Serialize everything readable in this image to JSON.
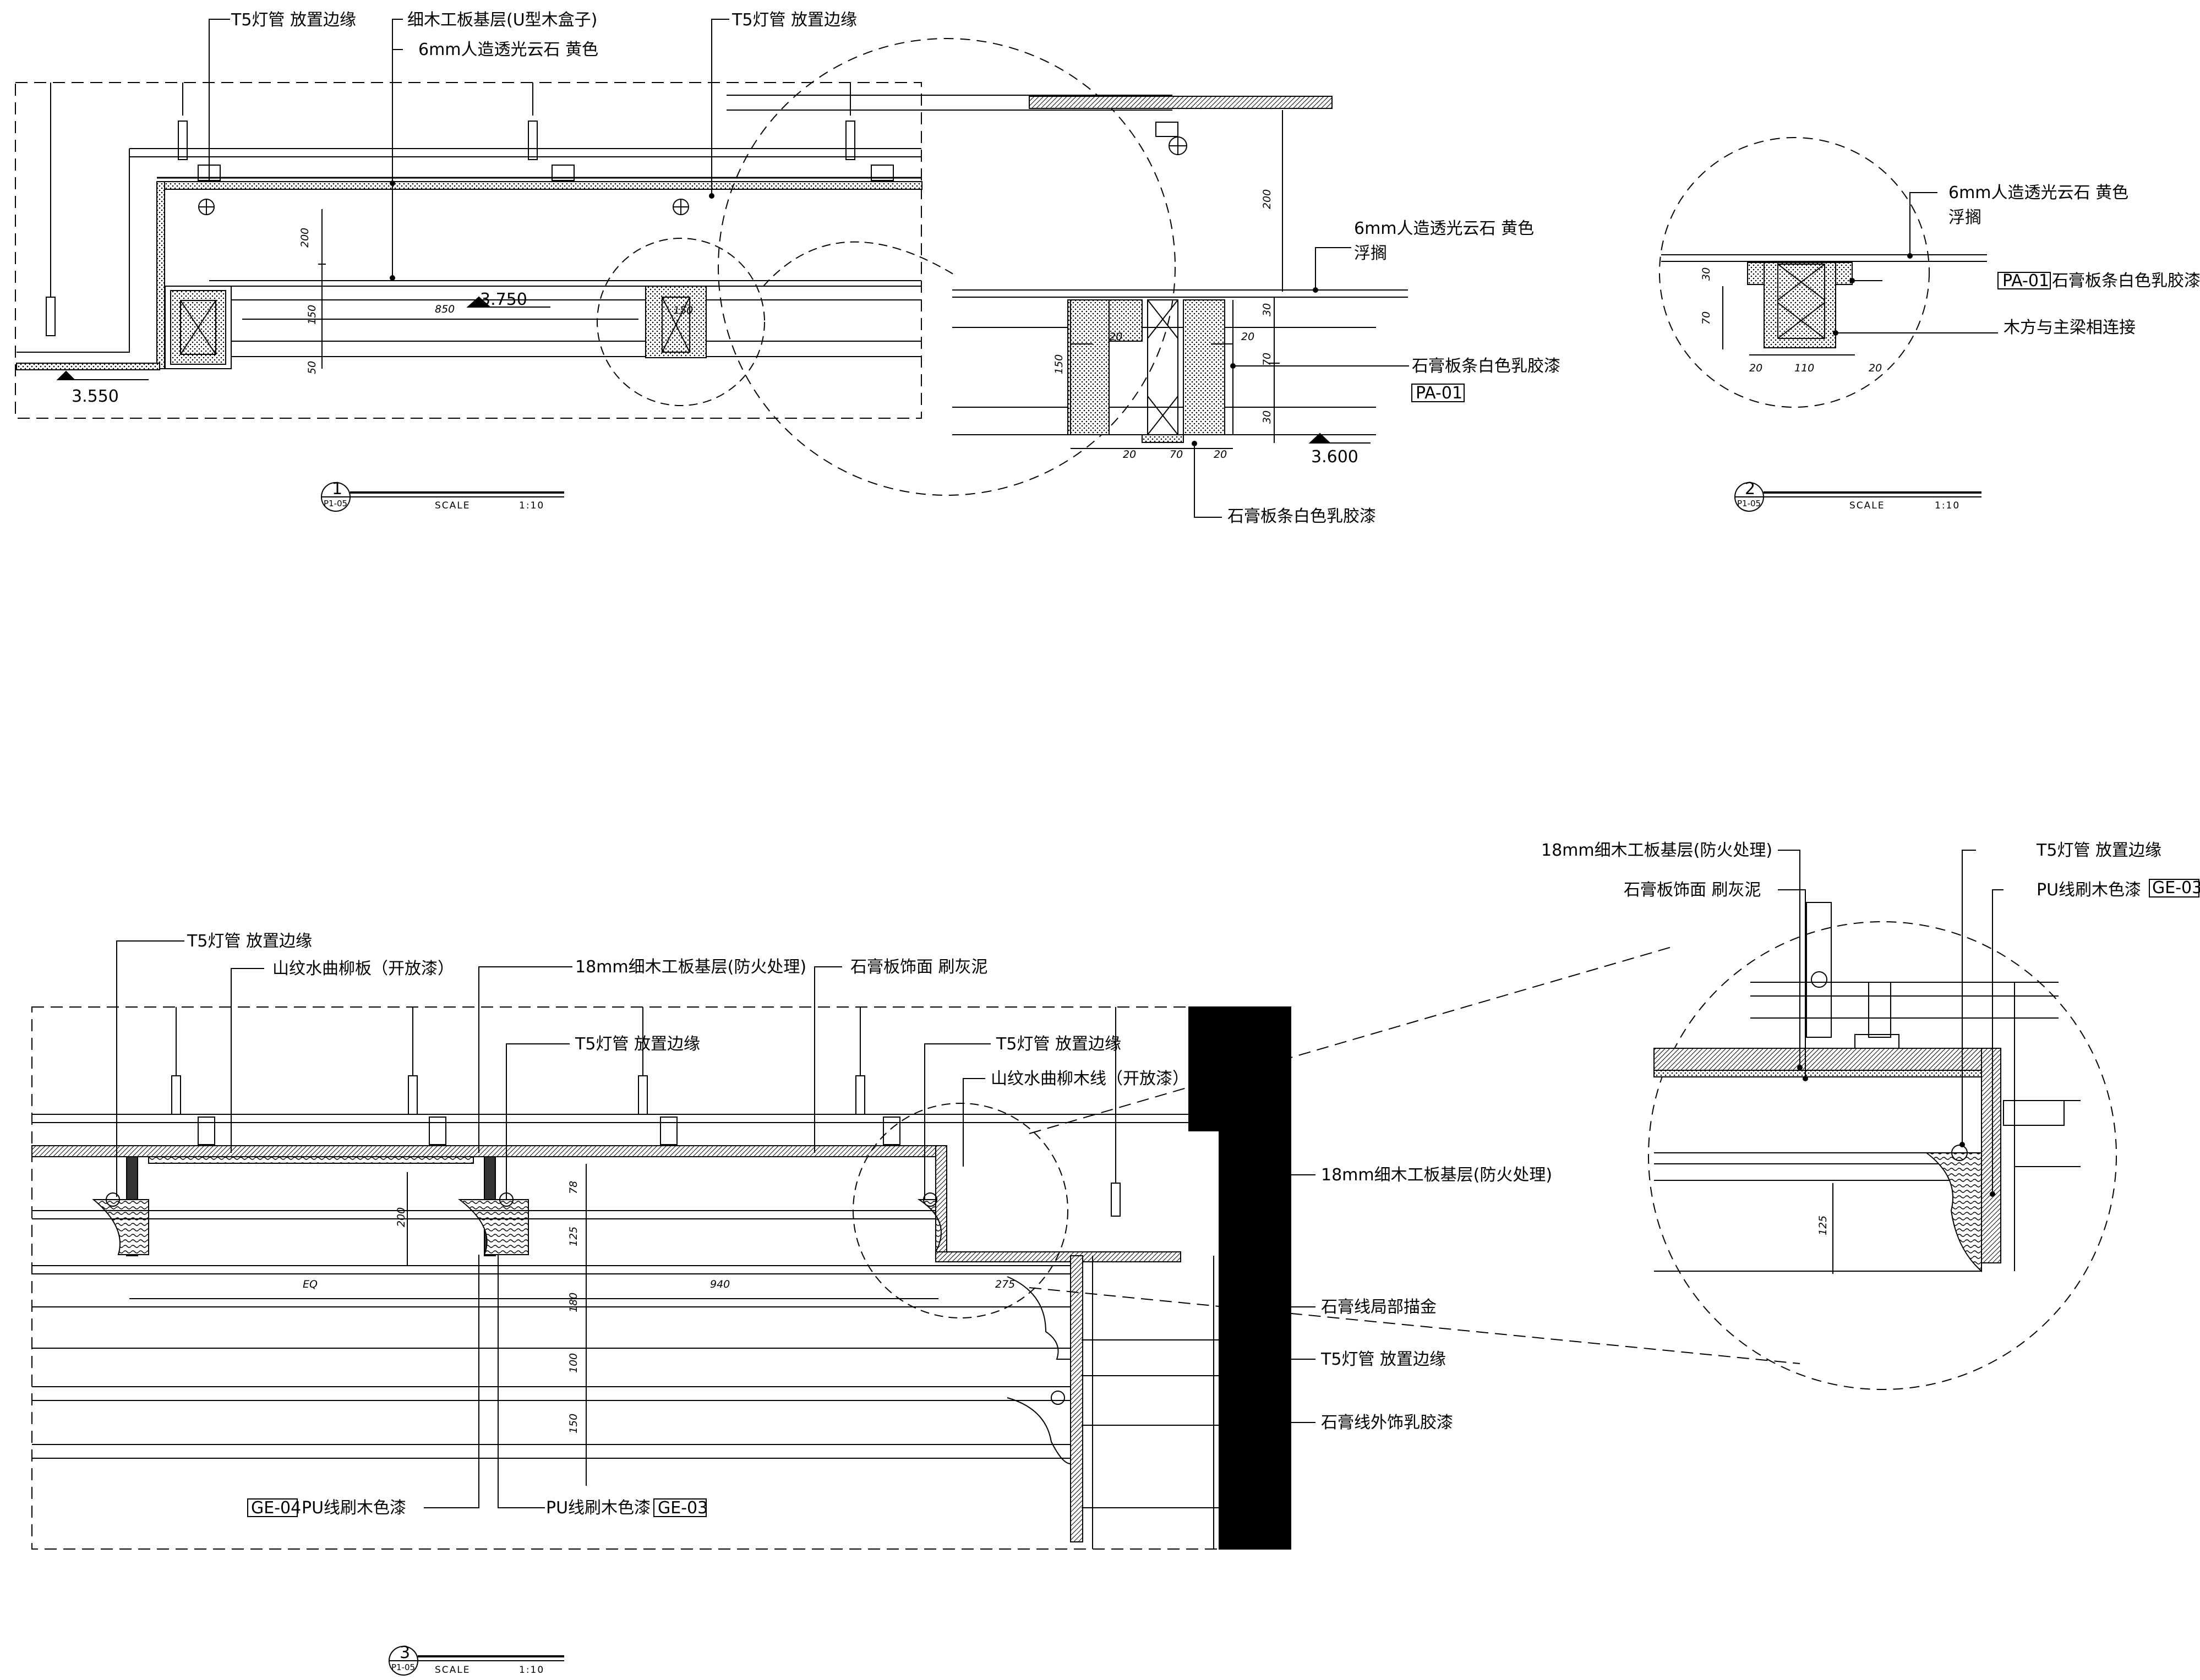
{
  "detail1": {
    "labels": {
      "t5_left": "T5灯管 放置边缘",
      "board": "细木工板基层(U型木盒子)",
      "stone": "6mm人造透光云石 黄色",
      "t5_right": "T5灯管 放置边缘"
    },
    "elev_left": "3.550",
    "elev_mid": "3.750",
    "dims": {
      "h200": "200",
      "h150": "150",
      "h50": "50",
      "w850": "850",
      "c150": "150"
    },
    "tag": {
      "num": "1",
      "sheet": "P1-05"
    },
    "scale_label": "SCALE",
    "scale_value": "1:10"
  },
  "detail1_zoom": {
    "labels": {
      "stone": "6mm人造透光云石 黄色",
      "stone_sub": "浮搁",
      "gypsum": "石膏板条白色乳胶漆",
      "gypsum_code": "PA-01",
      "gypsum_bottom": "石膏板条白色乳胶漆"
    },
    "elev": "3.600",
    "dims": {
      "d200": "200",
      "d30a": "30",
      "d70": "70",
      "d30b": "30",
      "d20": "20",
      "d150": "150",
      "d20b": "20",
      "d20c": "20",
      "d70b": "70",
      "d20d": "20"
    }
  },
  "detail2": {
    "labels": {
      "stone": "6mm人造透光云石 黄色",
      "stone_sub": "浮搁",
      "gypsum_code": "PA-01",
      "gypsum": "石膏板条白色乳胶漆",
      "wood": "木方与主梁相连接"
    },
    "dims": {
      "d30": "30",
      "d70": "70",
      "d20a": "20",
      "d110": "110",
      "d20b": "20"
    },
    "tag": {
      "num": "2",
      "sheet": "P1-05"
    },
    "scale_label": "SCALE",
    "scale_value": "1:10"
  },
  "detail3": {
    "labels": {
      "t5_a": "T5灯管 放置边缘",
      "veneer": "山纹水曲柳板（开放漆）",
      "board18": "18mm细木工板基层(防火处理)",
      "gypsum_face": "石膏板饰面 刷灰泥",
      "t5_b": "T5灯管 放置边缘",
      "t5_c": "T5灯管 放置边缘",
      "veneer_line": "山纹水曲柳木线（开放漆）",
      "board18_b": "18mm细木工板基层(防火处理)",
      "gypsum_gold": "石膏线局部描金",
      "t5_d": "T5灯管 放置边缘",
      "gypsum_latex": "石膏线外饰乳胶漆",
      "pu_left": "PU线刷木色漆",
      "pu_left_code": "GE-04",
      "pu_right": "PU线刷木色漆",
      "pu_right_code": "GE-03"
    },
    "dims": {
      "d78": "78",
      "d200": "200",
      "d125": "125",
      "eq": "EQ",
      "d940": "940",
      "d275": "275",
      "d180": "180",
      "d100": "100",
      "d150": "150"
    },
    "tag": {
      "num": "3",
      "sheet": "P1-05"
    },
    "scale_label": "SCALE",
    "scale_value": "1:10"
  },
  "detail3_zoom": {
    "labels": {
      "board18": "18mm细木工板基层(防火处理)",
      "gypsum_face": "石膏板饰面 刷灰泥",
      "t5": "T5灯管 放置边缘",
      "pu": "PU线刷木色漆",
      "pu_code": "GE-03"
    },
    "dims": {
      "d125": "125"
    }
  }
}
